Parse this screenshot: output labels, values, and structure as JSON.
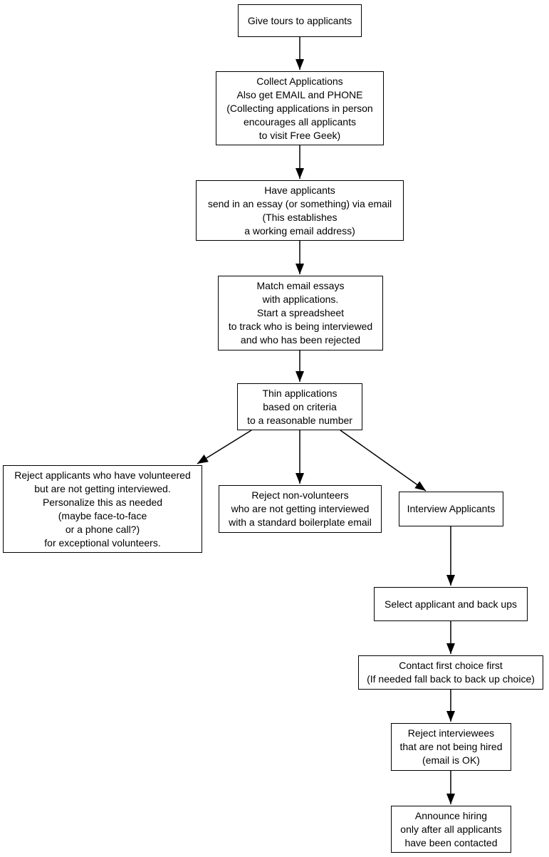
{
  "diagram": {
    "type": "flowchart",
    "colors": {
      "background": "#ffffff",
      "node_fill": "#ffffff",
      "node_border": "#000000",
      "text": "#000000",
      "arrow": "#000000"
    },
    "nodes": {
      "give_tours": {
        "text": "Give tours to applicants"
      },
      "collect_applications": {
        "text": "Collect Applications\nAlso get EMAIL and PHONE\n(Collecting applications in person\nencourages all applicants\nto visit Free Geek)"
      },
      "email_essay": {
        "text": "Have applicants\nsend in an essay (or something) via email\n(This establishes\na working email address)"
      },
      "match_essays": {
        "text": "Match email essays\nwith applications.\nStart a spreadsheet\nto track who is being interviewed\nand who has been rejected"
      },
      "thin_applications": {
        "text": "Thin applications\nbased on criteria\nto a reasonable number"
      },
      "reject_volunteers": {
        "text": "Reject applicants who have volunteered\nbut are not getting interviewed.\nPersonalize this as needed\n(maybe face-to-face\nor a phone call?)\nfor exceptional volunteers."
      },
      "reject_non_volunteers": {
        "text": "Reject non-volunteers\nwho are not getting interviewed\nwith a standard boilerplate email"
      },
      "interview_applicants": {
        "text": "Interview Applicants"
      },
      "select_applicant": {
        "text": "Select applicant and back ups"
      },
      "contact_first_choice": {
        "text": "Contact first choice first\n(If needed fall back to back up choice)"
      },
      "reject_interviewees": {
        "text": "Reject interviewees\nthat are not being hired\n(email is OK)"
      },
      "announce_hiring": {
        "text": "Announce hiring\nonly after all applicants\nhave been contacted"
      }
    },
    "edges": [
      {
        "from": "give_tours",
        "to": "collect_applications"
      },
      {
        "from": "collect_applications",
        "to": "email_essay"
      },
      {
        "from": "email_essay",
        "to": "match_essays"
      },
      {
        "from": "match_essays",
        "to": "thin_applications"
      },
      {
        "from": "thin_applications",
        "to": "reject_volunteers"
      },
      {
        "from": "thin_applications",
        "to": "reject_non_volunteers"
      },
      {
        "from": "thin_applications",
        "to": "interview_applicants"
      },
      {
        "from": "interview_applicants",
        "to": "select_applicant"
      },
      {
        "from": "select_applicant",
        "to": "contact_first_choice"
      },
      {
        "from": "contact_first_choice",
        "to": "reject_interviewees"
      },
      {
        "from": "reject_interviewees",
        "to": "announce_hiring"
      }
    ]
  }
}
